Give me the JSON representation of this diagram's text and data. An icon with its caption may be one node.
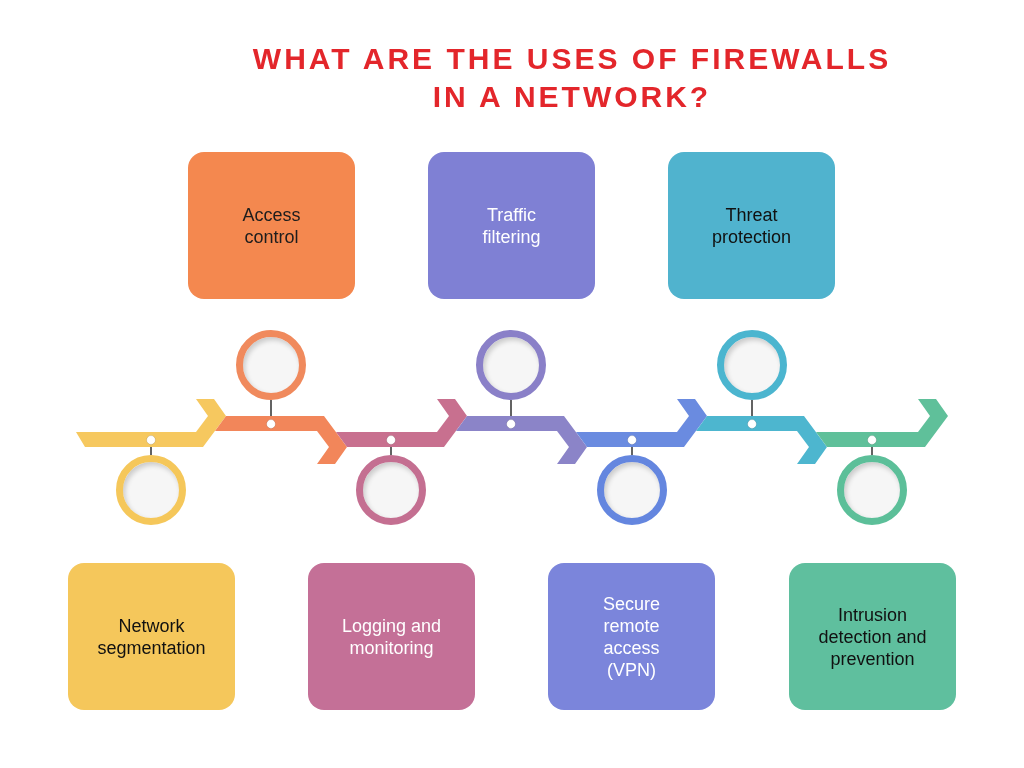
{
  "diagram": {
    "title": "WHAT ARE THE USES OF FIREWALLS IN A NETWORK?",
    "nodes": [
      {
        "text": [
          "Access control"
        ]
      },
      {
        "text": [
          "Traffic filtering"
        ]
      },
      {
        "text": [
          "Threat protection"
        ]
      },
      {
        "text": [],
        "shape": "circle"
      },
      {
        "text": [],
        "shape": "circle"
      },
      {
        "text": [],
        "shape": "circle"
      },
      {
        "text": [],
        "shape": "arrow"
      },
      {
        "text": [],
        "shape": "arrow"
      },
      {
        "text": [],
        "shape": "arrow"
      },
      {
        "text": [],
        "shape": "arrow"
      },
      {
        "text": [],
        "shape": "arrow"
      },
      {
        "text": [],
        "shape": "arrow"
      },
      {
        "text": [],
        "shape": "arrow"
      },
      {
        "text": [],
        "shape": "circle"
      },
      {
        "text": [],
        "shape": "circle"
      },
      {
        "text": [],
        "shape": "circle"
      },
      {
        "text": [],
        "shape": "circle"
      },
      {
        "text": [
          "Network segmentation"
        ]
      },
      {
        "text": [
          "Logging and monitoring"
        ]
      },
      {
        "text": [
          "Secure remote access (VPN)"
        ]
      },
      {
        "text": [
          "Intrusion detection and prevention"
        ]
      }
    ],
    "edges": [
      {
        "from": 3,
        "to": 7,
        "arrow": "none"
      },
      {
        "from": 4,
        "to": 9,
        "arrow": "none"
      },
      {
        "from": 5,
        "to": 11,
        "arrow": "none"
      },
      {
        "from": 13,
        "to": 6,
        "arrow": "none"
      },
      {
        "from": 14,
        "to": 8,
        "arrow": "none"
      },
      {
        "from": 15,
        "to": 10,
        "arrow": "none"
      },
      {
        "from": 16,
        "to": 12,
        "arrow": "none"
      }
    ]
  }
}
